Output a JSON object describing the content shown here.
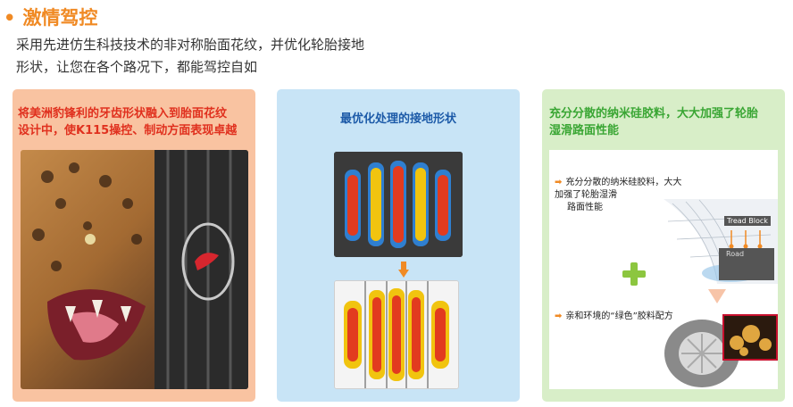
{
  "header": {
    "bullet": "•",
    "title": "激情驾控",
    "intro_line1": "采用先进仿生科技技术的非对称胎面花纹，并优化轮胎接地",
    "intro_line2": "形状，让您在各个路况下，都能驾控自如"
  },
  "panels": [
    {
      "caption_line1": "将美洲豹锋利的牙齿形状融入到胎面花纹",
      "caption_line2": "设计中，使K115操控、制动方面表现卓越"
    },
    {
      "caption": "最优化处理的接地形状"
    },
    {
      "caption_line1": "充分分散的纳米硅胶料，大大加强了轮胎",
      "caption_line2": "湿滑路面性能",
      "bullet1_line1": "充分分散的纳米硅胶料，大大加强了轮胎湿滑",
      "bullet1_line2": "路面性能",
      "bullet2": "亲和环境的“绿色”胶料配方",
      "label_tread_block": "Tread Block",
      "label_road": "Road"
    }
  ],
  "colors": {
    "accent_orange": "#f08a24",
    "panel1_bg": "#f9c3a1",
    "panel2_bg": "#c8e4f6",
    "panel3_bg": "#d8eec8",
    "caption_red": "#e0301e",
    "caption_blue": "#1c5aa8",
    "caption_green": "#3aa634"
  },
  "icons": [
    "leopard-image",
    "tread-heatmap-image",
    "footprint-image",
    "arrow-right-icon",
    "plus-icon",
    "tire-image",
    "silica-microscope-image"
  ]
}
